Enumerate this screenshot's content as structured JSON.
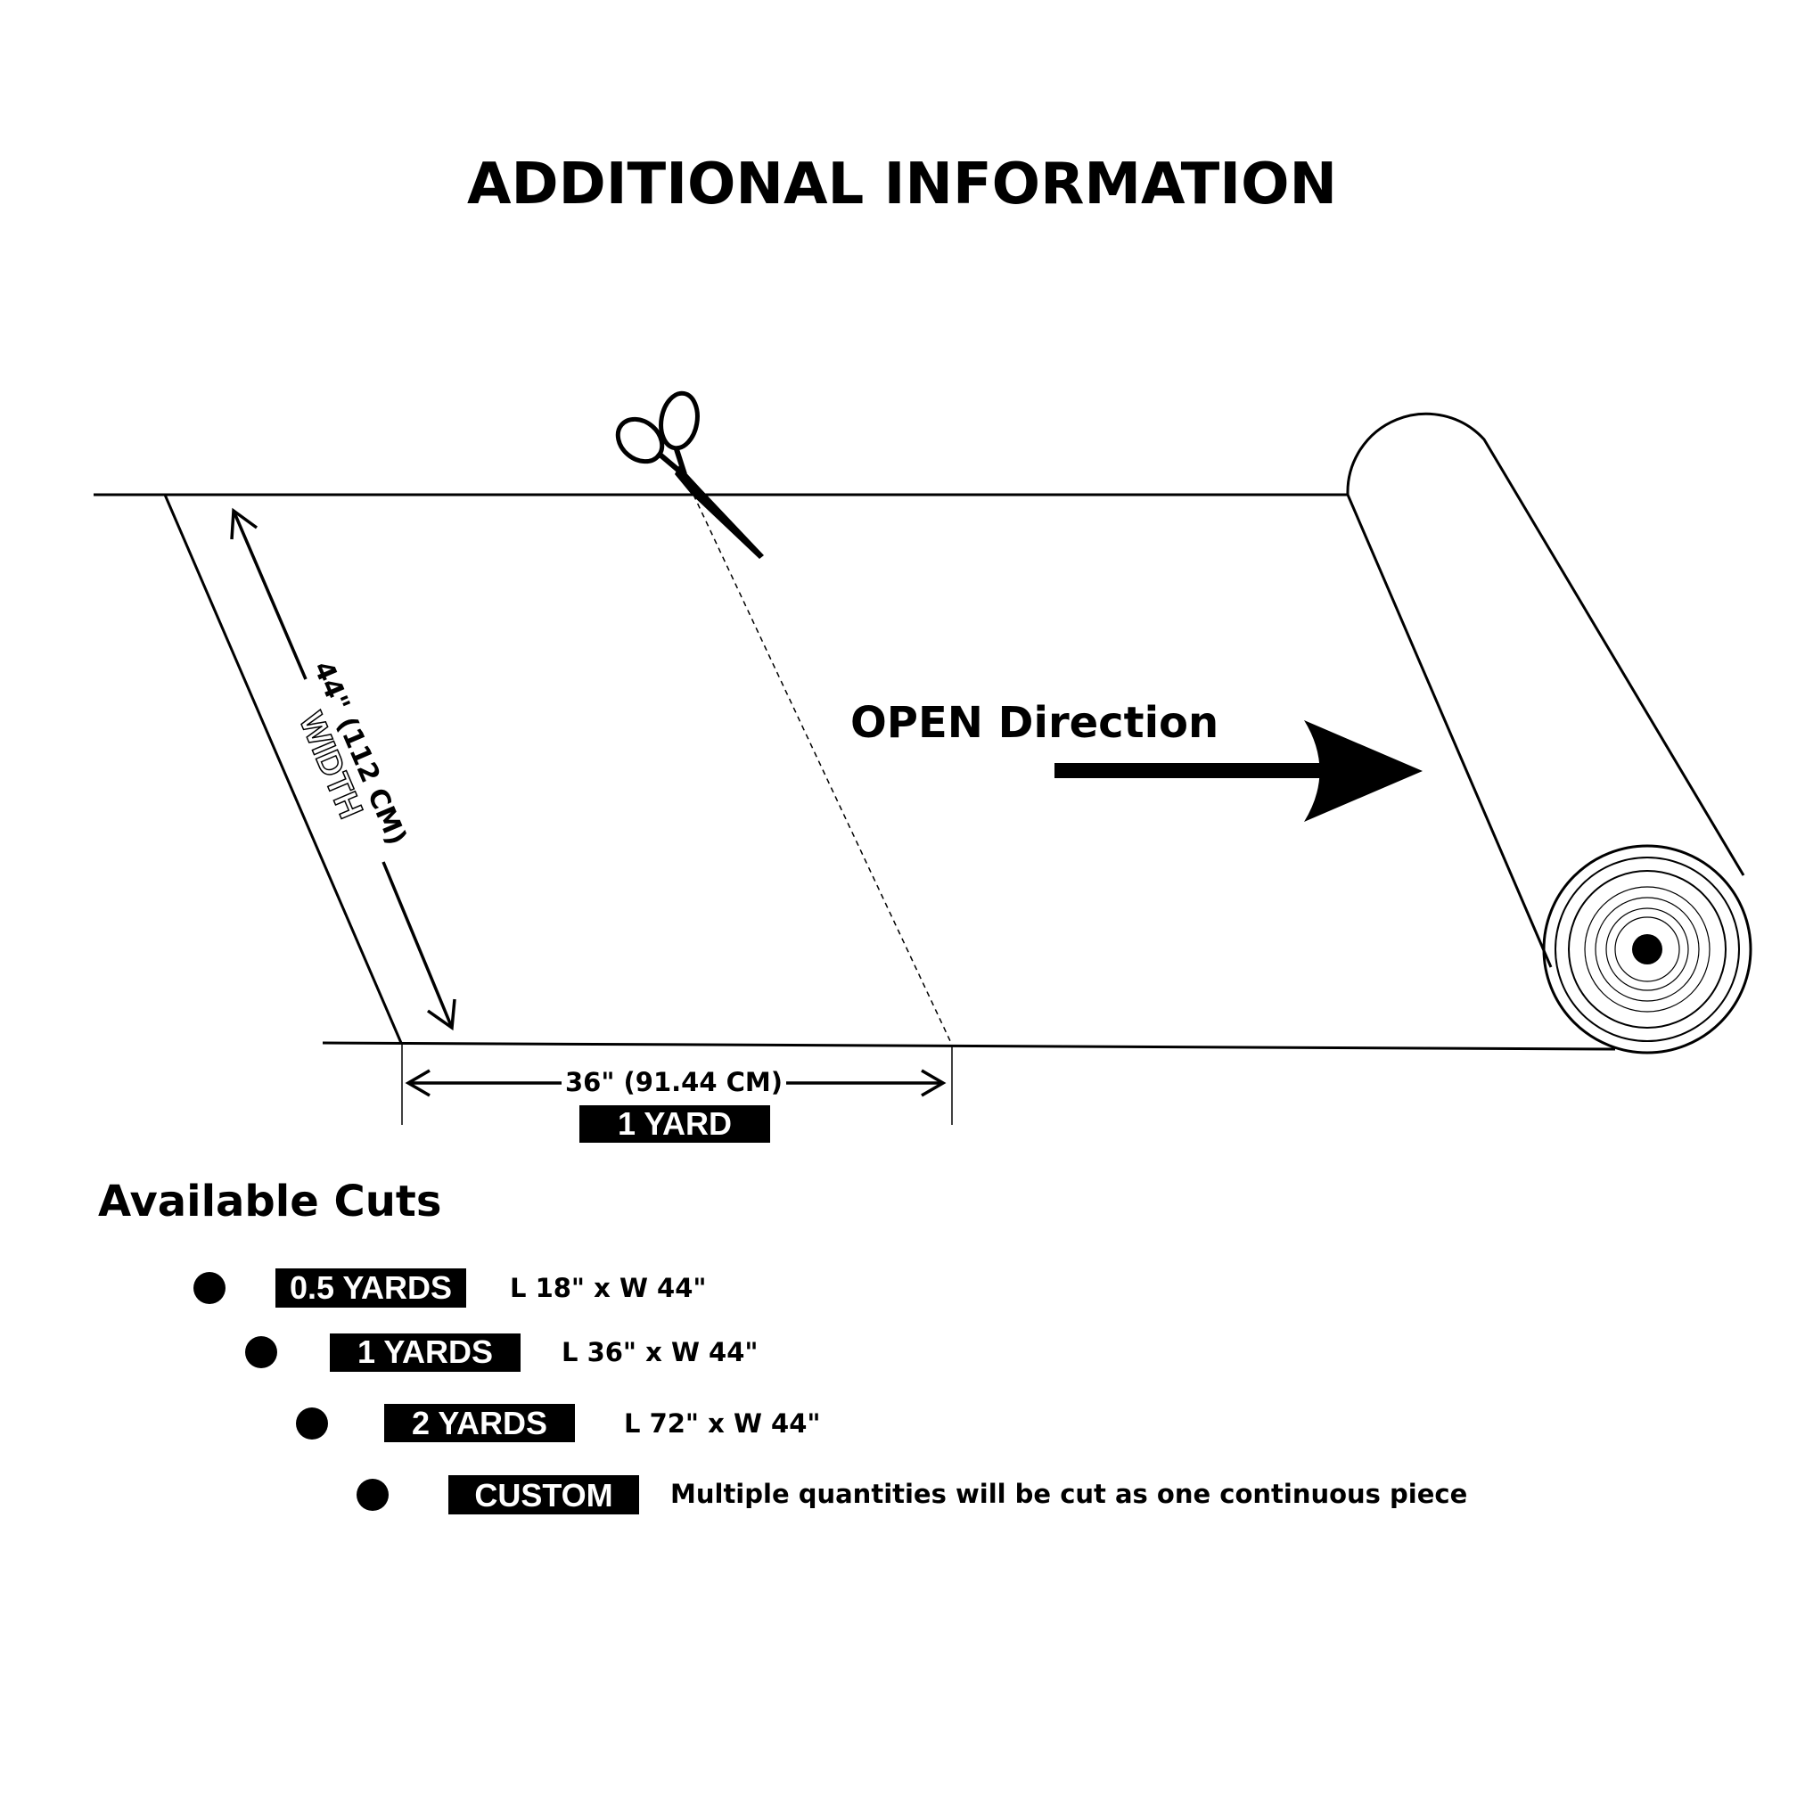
{
  "title": "ADDITIONAL INFORMATION",
  "diagram": {
    "direction_label": "OPEN Direction",
    "width_measure": "44\" (112 CM)",
    "width_word": "WIDTH",
    "length_measure": "36\" (91.44 CM)",
    "length_badge": "1 YARD"
  },
  "cuts": {
    "heading": "Available Cuts",
    "items": [
      {
        "badge": "0.5 YARDS",
        "detail": "L 18\" x W 44\""
      },
      {
        "badge": "1 YARDS",
        "detail": "L 36\" x W 44\""
      },
      {
        "badge": "2 YARDS",
        "detail": "L 72\" x W 44\""
      },
      {
        "badge": "CUSTOM",
        "detail": "Multiple quantities will be cut as one continuous piece"
      }
    ]
  },
  "colors": {
    "ink": "#000000",
    "paper": "#ffffff"
  },
  "icons": [
    "scissors-icon",
    "arrow-right-icon",
    "fabric-roll-icon",
    "bullet-dot-icon"
  ]
}
